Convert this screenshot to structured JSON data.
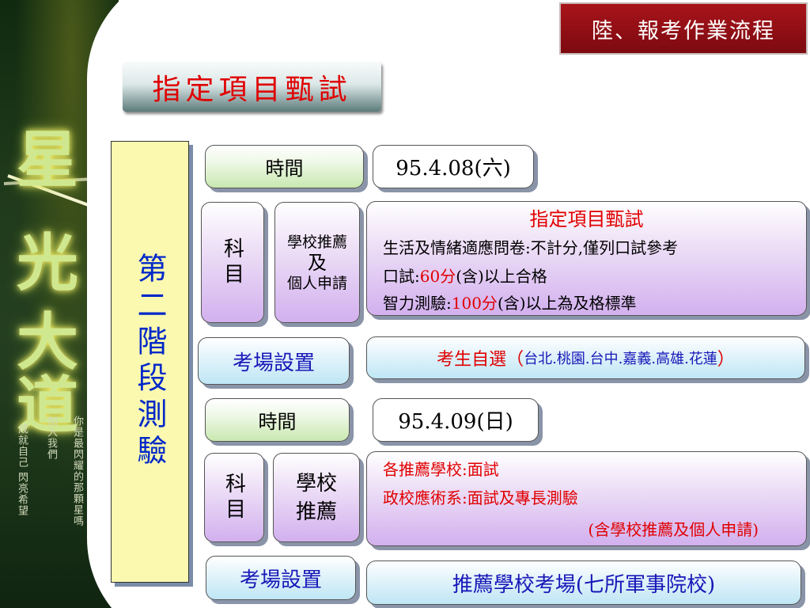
{
  "header": {
    "title": "陸、報考作業流程"
  },
  "section_title": "指定項目甄試",
  "stage": {
    "label": "第二階段測驗"
  },
  "banner": {
    "chars": [
      "星",
      "光",
      "大",
      "道"
    ],
    "vertical_lines": [
      "你是最閃耀的那顆星嗎",
      "加入我們",
      "成就自己 閃亮希望"
    ]
  },
  "day1": {
    "time_label": "時間",
    "date": "95.4.08(六)",
    "subject_label": "科目",
    "method": {
      "line1": "學校推薦",
      "line2": "及",
      "line3": "個人申請"
    },
    "details": {
      "heading": "指定項目甄試",
      "line1": "生活及情緒適應問卷:不計分,僅列口試參考",
      "line2_prefix": "口試:",
      "line2_value": "60分",
      "line2_suffix": "(含)以上合格",
      "line3_prefix": "智力測驗:",
      "line3_value": "100分",
      "line3_suffix": "(含)以上為及格標準"
    },
    "venue_label": "考場設置",
    "venue": {
      "prefix": "考生自選（",
      "cities": "台北.桃園.台中.嘉義.高雄.花蓮",
      "suffix": "）"
    }
  },
  "day2": {
    "time_label": "時間",
    "date": "95.4.09(日)",
    "subject_label": "科目",
    "method": "學校推薦",
    "details": {
      "line1": "各推薦學校:面試",
      "line2": "政校應術系:面試及專長測驗",
      "line3": "(含學校推薦及個人申請)"
    },
    "venue_label": "考場設置",
    "venue": "推薦學校考場(七所軍事院校)"
  },
  "colors": {
    "header_bg": "#8c0e14",
    "accent_red": "#e00000",
    "accent_blue": "#1818b8",
    "stage_bg": "#fbf9b0"
  }
}
